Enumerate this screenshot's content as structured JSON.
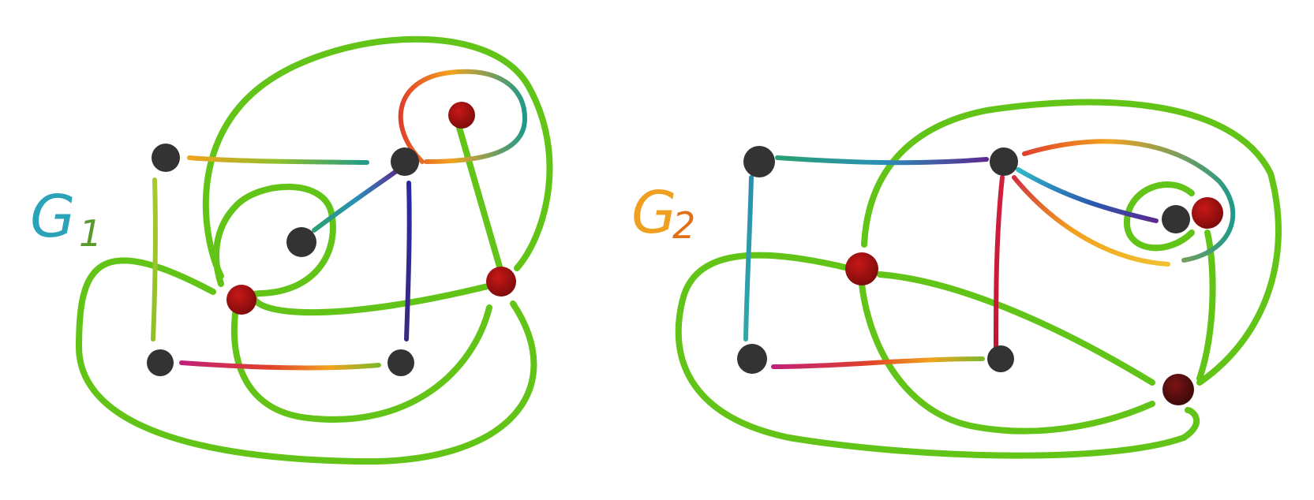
{
  "graphs": [
    {
      "label": "G1",
      "label_display": "G",
      "label_sub": "1",
      "label_color": "#2aa3b8",
      "label_sub_color": "#5a9a2a"
    },
    {
      "label": "G2",
      "label_display": "G",
      "label_sub": "2",
      "label_color": "#f0a020",
      "label_sub_color": "#e07018"
    }
  ],
  "colors": {
    "dual_edge": "#62c417",
    "primal_vertex": "#333333",
    "dual_vertex": "#a40e0e",
    "dual_vertex_dark": "#5a0e0e"
  }
}
